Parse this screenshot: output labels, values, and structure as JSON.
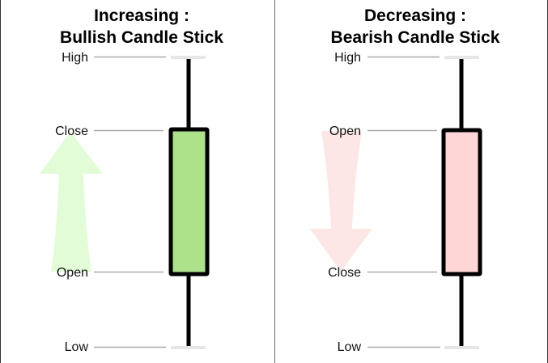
{
  "bullish": {
    "title_line1": "Increasing :",
    "title_line2": "Bullish Candle Stick",
    "labels": {
      "high": "High",
      "top": "Close",
      "bottom": "Open",
      "low": "Low"
    },
    "body_color": "#ade28a",
    "arrow_color": "#e2fcd8",
    "arrow_direction": "up"
  },
  "bearish": {
    "title_line1": "Decreasing :",
    "title_line2": "Bearish Candle Stick",
    "labels": {
      "high": "High",
      "top": "Open",
      "bottom": "Close",
      "low": "Low"
    },
    "body_color": "#ffd6d6",
    "arrow_color": "#fde6e6",
    "arrow_direction": "down"
  }
}
